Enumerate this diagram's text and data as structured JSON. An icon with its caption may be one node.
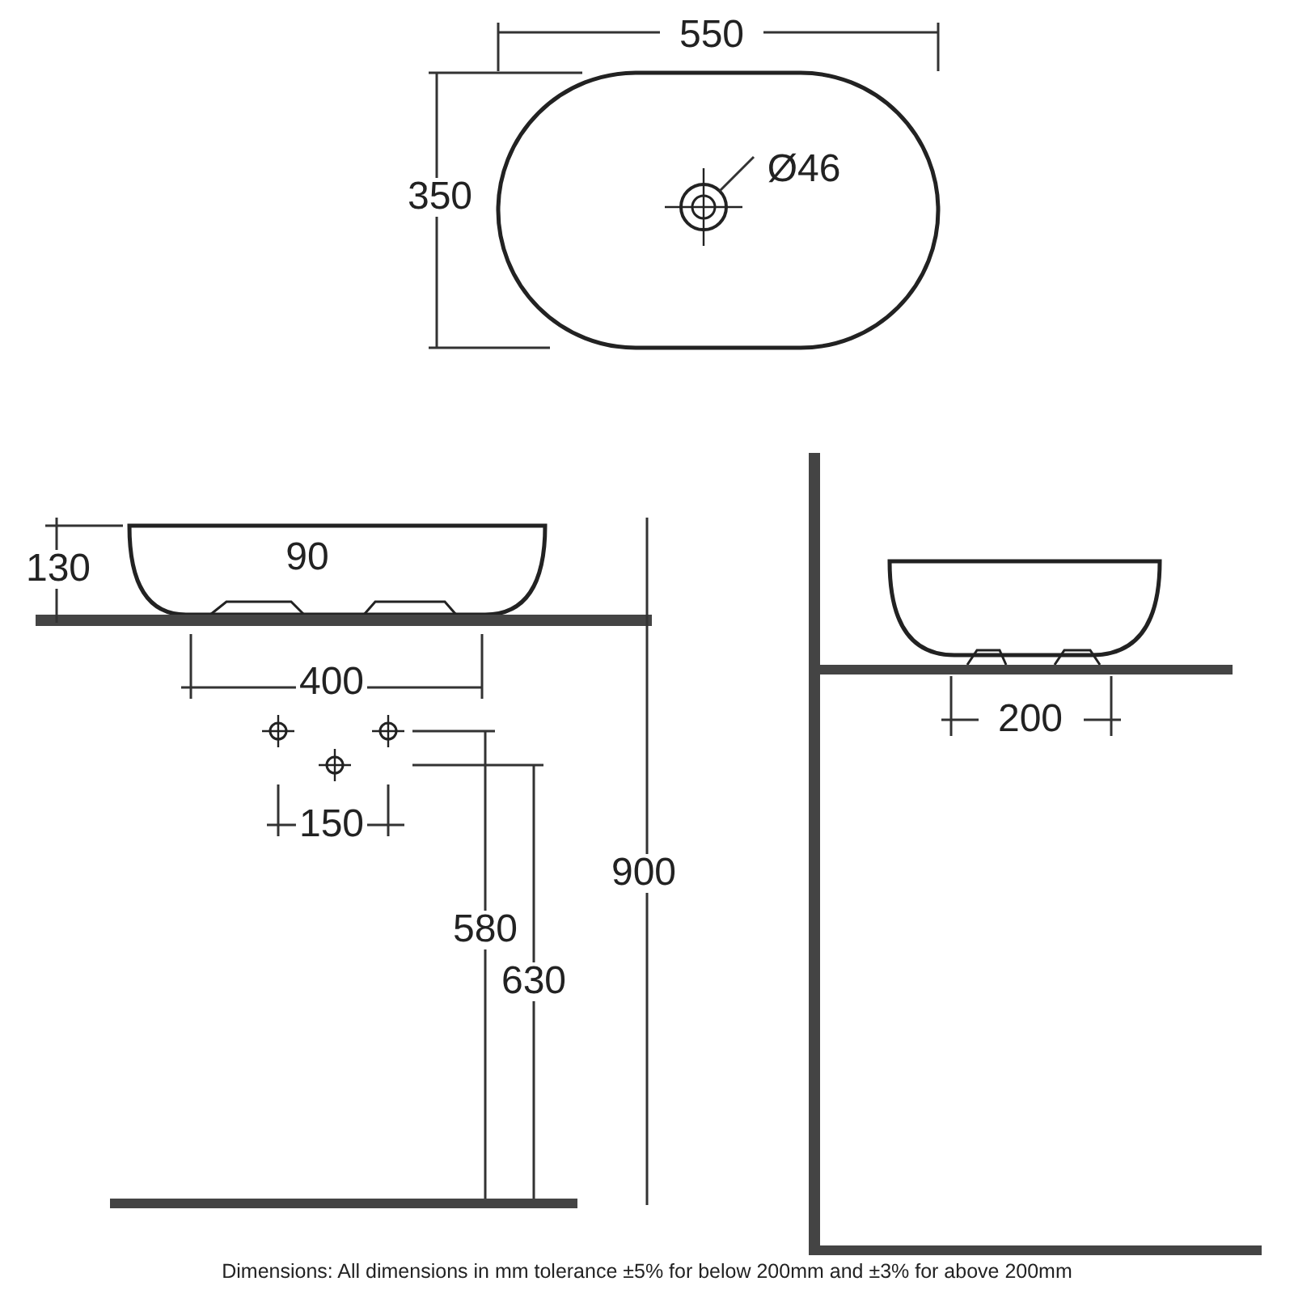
{
  "diagram": {
    "caption": "Dimensions: All dimensions in mm tolerance ±5% for below 200mm and ±3% for above 200mm",
    "labels": [
      "550",
      "350",
      "Ø46",
      "130",
      "90",
      "400",
      "200",
      "150",
      "900",
      "580",
      "630"
    ]
  }
}
